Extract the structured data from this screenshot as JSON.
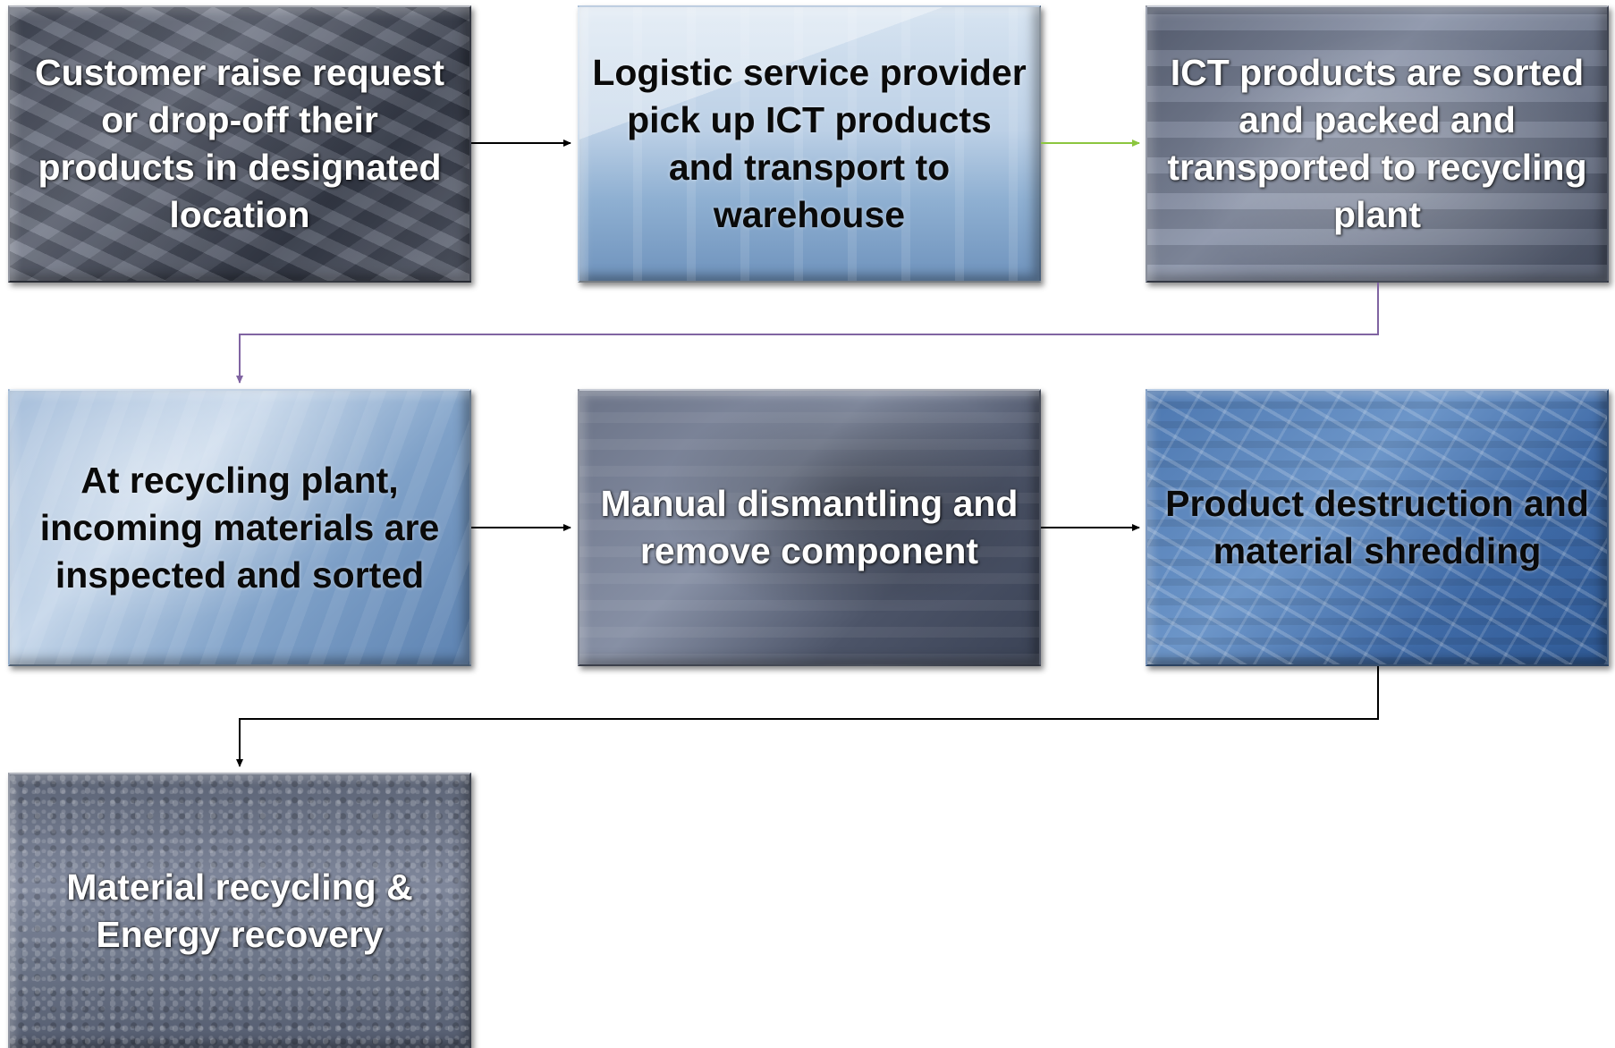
{
  "steps": [
    {
      "text": "Customer raise request or drop-off their products in designated location",
      "text_style": "light"
    },
    {
      "text": "Logistic service provider pick up ICT products and transport to warehouse",
      "text_style": "dark"
    },
    {
      "text": "ICT products are sorted and packed and transported to recycling plant",
      "text_style": "light"
    },
    {
      "text": "At recycling plant, incoming materials are inspected and sorted",
      "text_style": "dark"
    },
    {
      "text": "Manual dismantling and remove component",
      "text_style": "light"
    },
    {
      "text": "Product destruction and material shredding",
      "text_style": "dark"
    },
    {
      "text": "Material recycling & Energy recovery",
      "text_style": "light"
    }
  ],
  "connectors": [
    {
      "from": 1,
      "to": 2,
      "color": "#000000"
    },
    {
      "from": 2,
      "to": 3,
      "color": "#8cc63f"
    },
    {
      "from": 3,
      "to": 4,
      "color": "#8064a2"
    },
    {
      "from": 4,
      "to": 5,
      "color": "#000000"
    },
    {
      "from": 5,
      "to": 6,
      "color": "#000000"
    },
    {
      "from": 6,
      "to": 7,
      "color": "#000000"
    }
  ],
  "colors": {
    "light_text": "#ffffff",
    "dark_text": "#0a0a0a",
    "arrow_default": "#000000",
    "arrow_green": "#8cc63f",
    "arrow_purple": "#8064a2"
  }
}
